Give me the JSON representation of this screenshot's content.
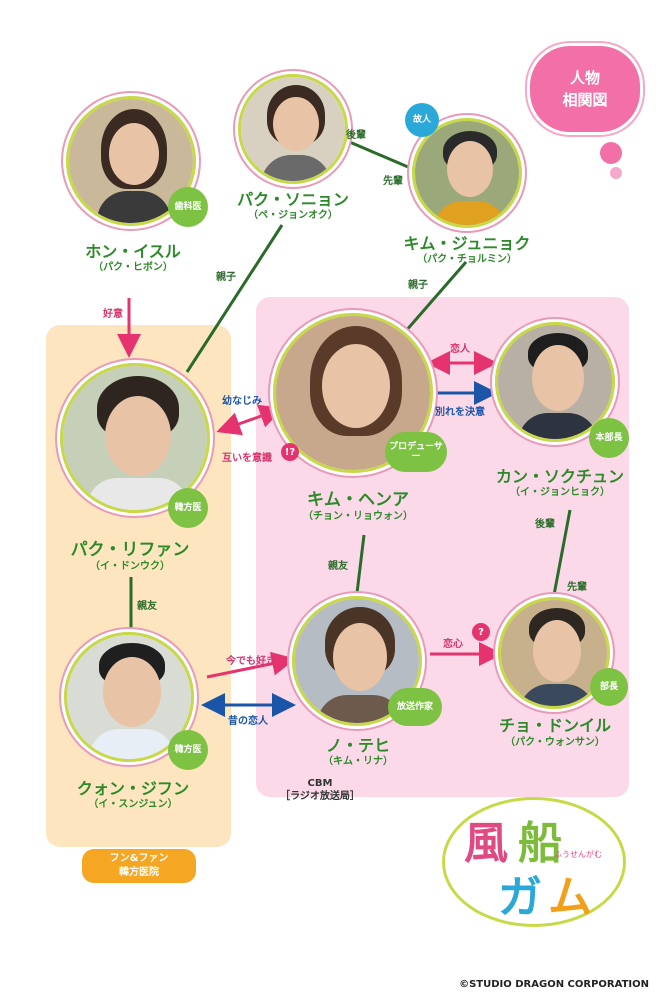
{
  "title_bubble": "人物\n相関図",
  "zones": {
    "orange_label": "フン&ファン\n韓方医院",
    "pink_label": "CBM\n［ラジオ放送局］"
  },
  "characters": {
    "hong": {
      "name": "ホン・イスル",
      "actor": "（パク・ヒボン）",
      "badge": "歯科医"
    },
    "park_sonyeon": {
      "name": "パク・ソニョン",
      "actor": "（ペ・ジョンオク）"
    },
    "kim_junyeok": {
      "name": "キム・ジュニョク",
      "actor": "（パク・チョルミン）",
      "badge": "故人"
    },
    "park_rihwan": {
      "name": "パク・リファン",
      "actor": "（イ・ドンウク）",
      "badge": "韓方医"
    },
    "kim_haena": {
      "name": "キム・ヘンア",
      "actor": "（チョン・リョウォン）",
      "badge": "プロデューサー"
    },
    "kang": {
      "name": "カン・ソクチュン",
      "actor": "（イ・ジョンヒョク）",
      "badge": "本部長"
    },
    "kwon": {
      "name": "クォン・ジフン",
      "actor": "（イ・スンジュン）",
      "badge": "韓方医"
    },
    "no": {
      "name": "ノ・テヒ",
      "actor": "（キム・リナ）",
      "badge": "放送作家"
    },
    "jo": {
      "name": "チョ・ドンイル",
      "actor": "（パク・ウォンサン）",
      "badge": "部長"
    }
  },
  "relations": {
    "junior": "後輩",
    "senior": "先輩",
    "parent_child_1": "親子",
    "parent_child_2": "親子",
    "crush": "好意",
    "childhood_friend": "幼なじみ",
    "mutual_awareness": "互いを意識",
    "exclaim_q": "!?",
    "lovers": "恋人",
    "breakup": "別れを決意",
    "best_friend_1": "親友",
    "best_friend_2": "親友",
    "junior_2": "後輩",
    "senior_2": "先輩",
    "still_like": "今でも好き",
    "ex_lover": "昔の恋人",
    "love": "恋心",
    "question": "?"
  },
  "logo": {
    "char1": "風",
    "char2": "船",
    "char3": "ガ",
    "char4": "ム",
    "kana": "ふうせんがむ"
  },
  "copyright": "©STUDIO DRAGON CORPORATION",
  "colors": {
    "name_green": "#2d8a2a",
    "badge_green": "#7dc243",
    "pink_arrow": "#e4336f",
    "blue_arrow": "#1a55a8",
    "line_green": "#2a6b2a"
  }
}
